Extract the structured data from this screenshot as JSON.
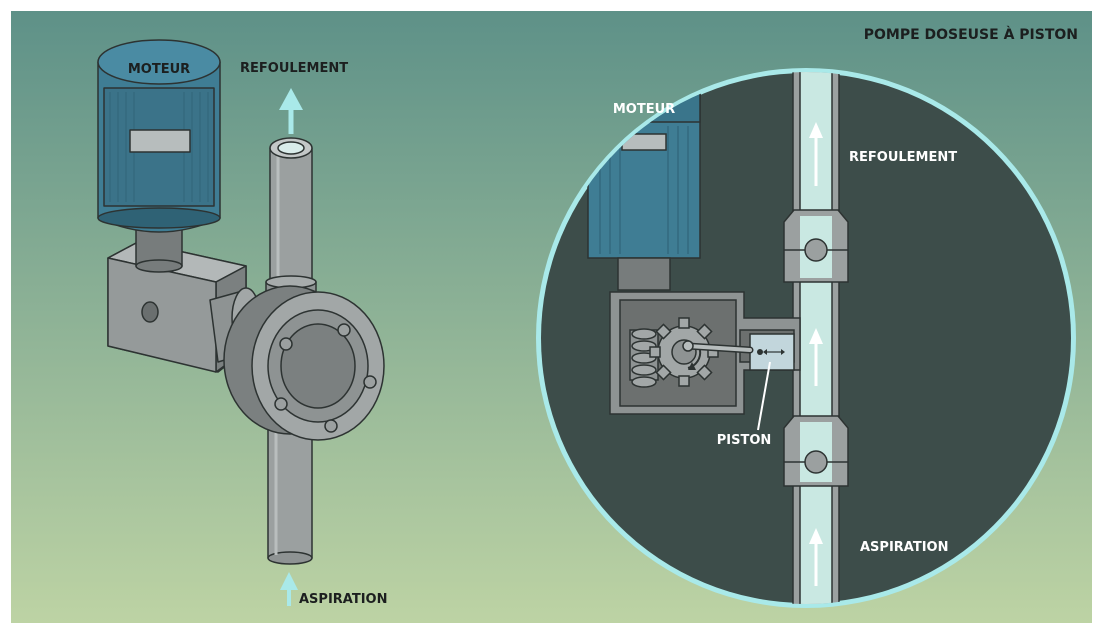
{
  "title": "POMPE DOSEUSE À PISTON",
  "left": {
    "motor_label": "MOTEUR",
    "outlet_label": "REFOULEMENT",
    "inlet_label": "ASPIRATION"
  },
  "right": {
    "motor_label": "MOTEUR",
    "outlet_label": "REFOULEMENT",
    "piston_label": "PISTON",
    "inlet_label": "ASPIRATION"
  },
  "colors": {
    "bg_top": "#5e9188",
    "bg_bottom": "#bdd3a4",
    "motor_blue": "#3f7d94",
    "dark_circle": "#3d4d4a",
    "fluid": "#c9e8e2",
    "arrow": "#a9e9e9",
    "metal": "#8e9393"
  }
}
